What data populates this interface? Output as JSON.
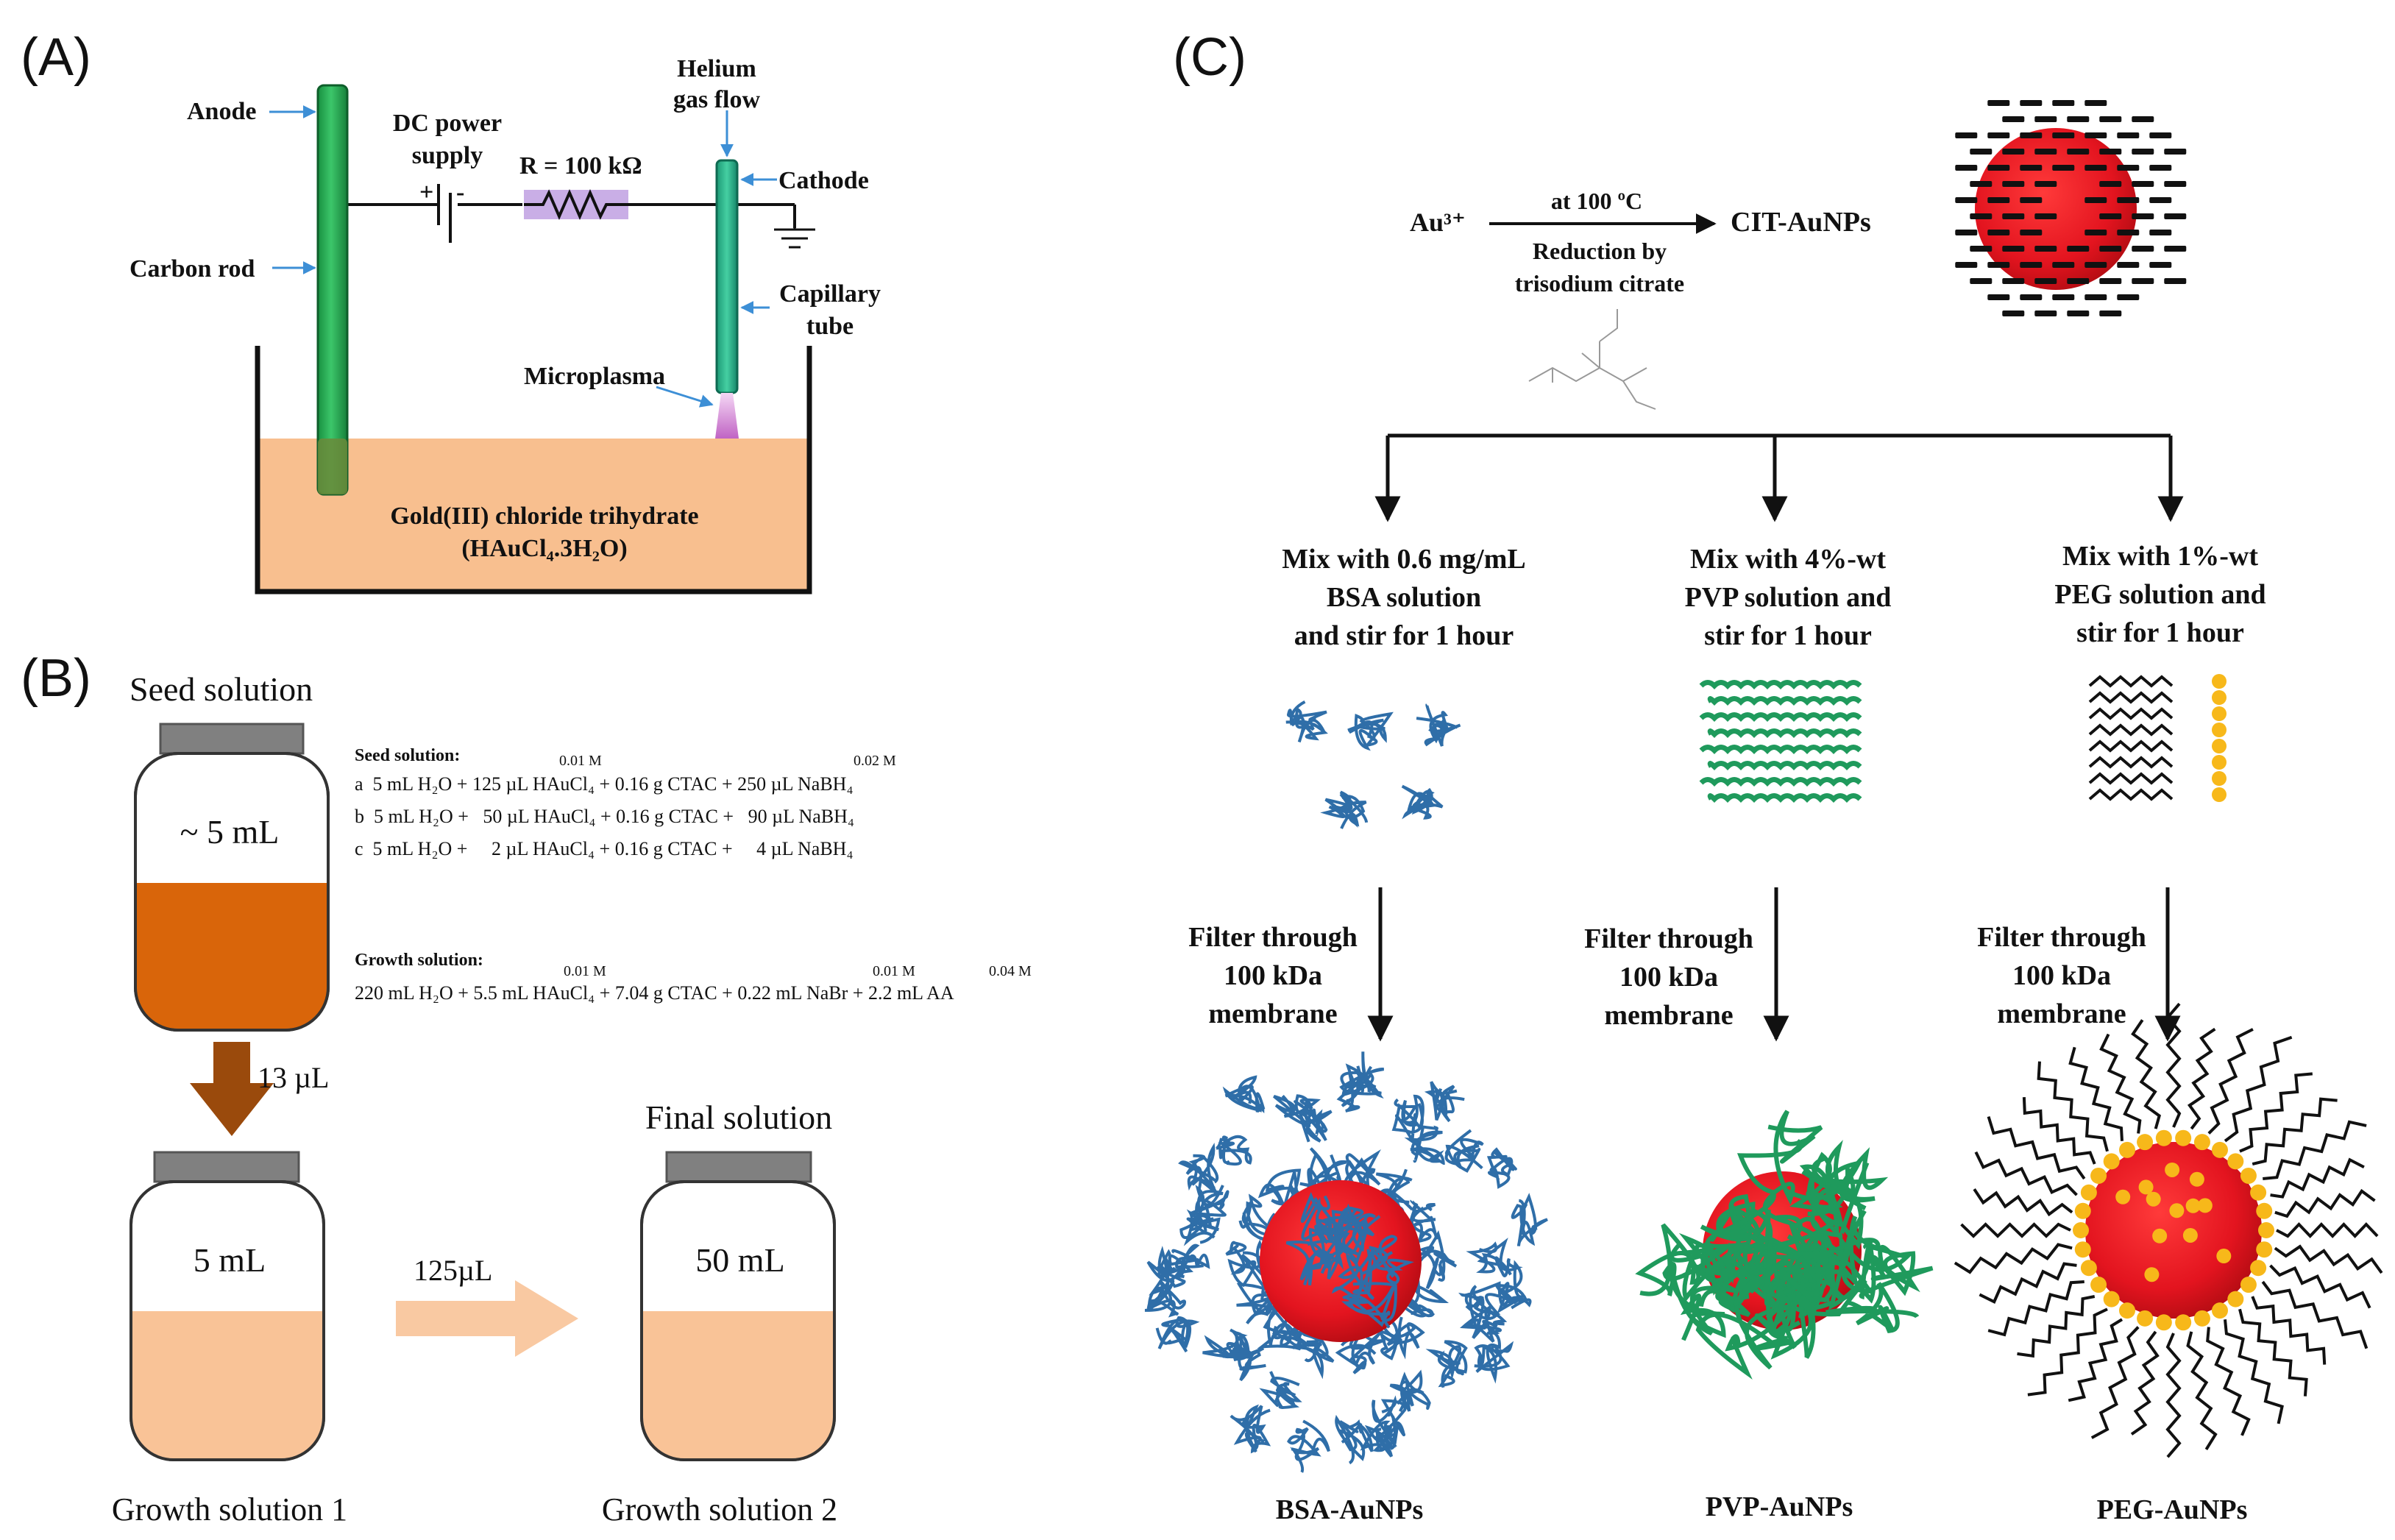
{
  "panel_a": {
    "letter": "(A)",
    "anode": "Anode",
    "dc_line1": "DC power",
    "dc_line2": "supply",
    "plus": "+",
    "minus": "-",
    "resistor": "R = 100 kΩ",
    "helium_line1": "Helium",
    "helium_line2": "gas flow",
    "cathode": "Cathode",
    "carbon_rod": "Carbon rod",
    "capillary_line1": "Capillary",
    "capillary_line2": "tube",
    "microplasma": "Microplasma",
    "solution_line1": "Gold(III) chloride trihydrate",
    "solution_line2": "(HAuCl₄.3H₂O)"
  },
  "panel_b": {
    "letter": "(B)",
    "seed_title": "Seed solution",
    "seed_volume": "~ 5 mL",
    "transfer1": "13 µL",
    "final_title": "Final solution",
    "growth1_volume": "5 mL",
    "transfer2": "125µL",
    "growth2_volume": "50 mL",
    "growth1_label": "Growth solution 1",
    "growth2_label": "Growth solution 2",
    "recipe": {
      "seed_heading": "Seed solution:",
      "conc_haucl4": "0.01 M",
      "conc_nabh4": "0.02 M",
      "row_a": "a  5 mL H₂O + 125 µL HAuCl₄ + 0.16 g CTAC + 250 µL NaBH₄",
      "row_b": "b  5 mL H₂O +   50 µL HAuCl₄ + 0.16 g CTAC +   90 µL NaBH₄",
      "row_c": "c  5 mL H₂O +     2 µL HAuCl₄ + 0.16 g CTAC +     4 µL NaBH₄",
      "growth_heading": "Growth solution:",
      "growth_conc_1": "0.01 M",
      "growth_conc_2": "0.01 M",
      "growth_conc_3": "0.04 M",
      "growth_row": "220 mL H₂O + 5.5 mL HAuCl₄ + 7.04 g CTAC + 0.22 mL NaBr + 2.2 mL AA"
    }
  },
  "panel_c": {
    "letter": "(C)",
    "reactant": "Au³⁺",
    "condition": "at 100 ºC",
    "reduction_line1": "Reduction by",
    "reduction_line2": "trisodium citrate",
    "product": "CIT-AuNPs",
    "branches": [
      {
        "mix_lines": [
          "Mix with 0.6 mg/mL",
          "BSA solution",
          "and stir for 1 hour"
        ],
        "filter_lines": [
          "Filter through",
          "100 kDa",
          "membrane"
        ],
        "product": "BSA-AuNPs"
      },
      {
        "mix_lines": [
          "Mix with 4%-wt",
          "PVP solution and",
          "stir for 1 hour"
        ],
        "filter_lines": [
          "Filter through",
          "100 kDa",
          "membrane"
        ],
        "product": "PVP-AuNPs"
      },
      {
        "mix_lines": [
          "Mix with 1%-wt",
          "PEG solution and",
          "stir for 1 hour"
        ],
        "filter_lines": [
          "Filter through",
          "100 kDa",
          "membrane"
        ],
        "product": "PEG-AuNPs"
      }
    ]
  },
  "colors": {
    "rod_green": "#22a84e",
    "capillary_teal": "#2ab38a",
    "resistor_purple": "#c9aee6",
    "solution_orange": "#f8bf8f",
    "seed_orange": "#d9650a",
    "growth_peach": "#f9c397",
    "arrow_brown": "#9a4a0c",
    "arrow_peach": "#f9c9a2",
    "gold_red": "#e3141f",
    "bsa_blue": "#2f6ea8",
    "pvp_green": "#1f9a5c",
    "peg_yellow": "#f7b81a"
  }
}
